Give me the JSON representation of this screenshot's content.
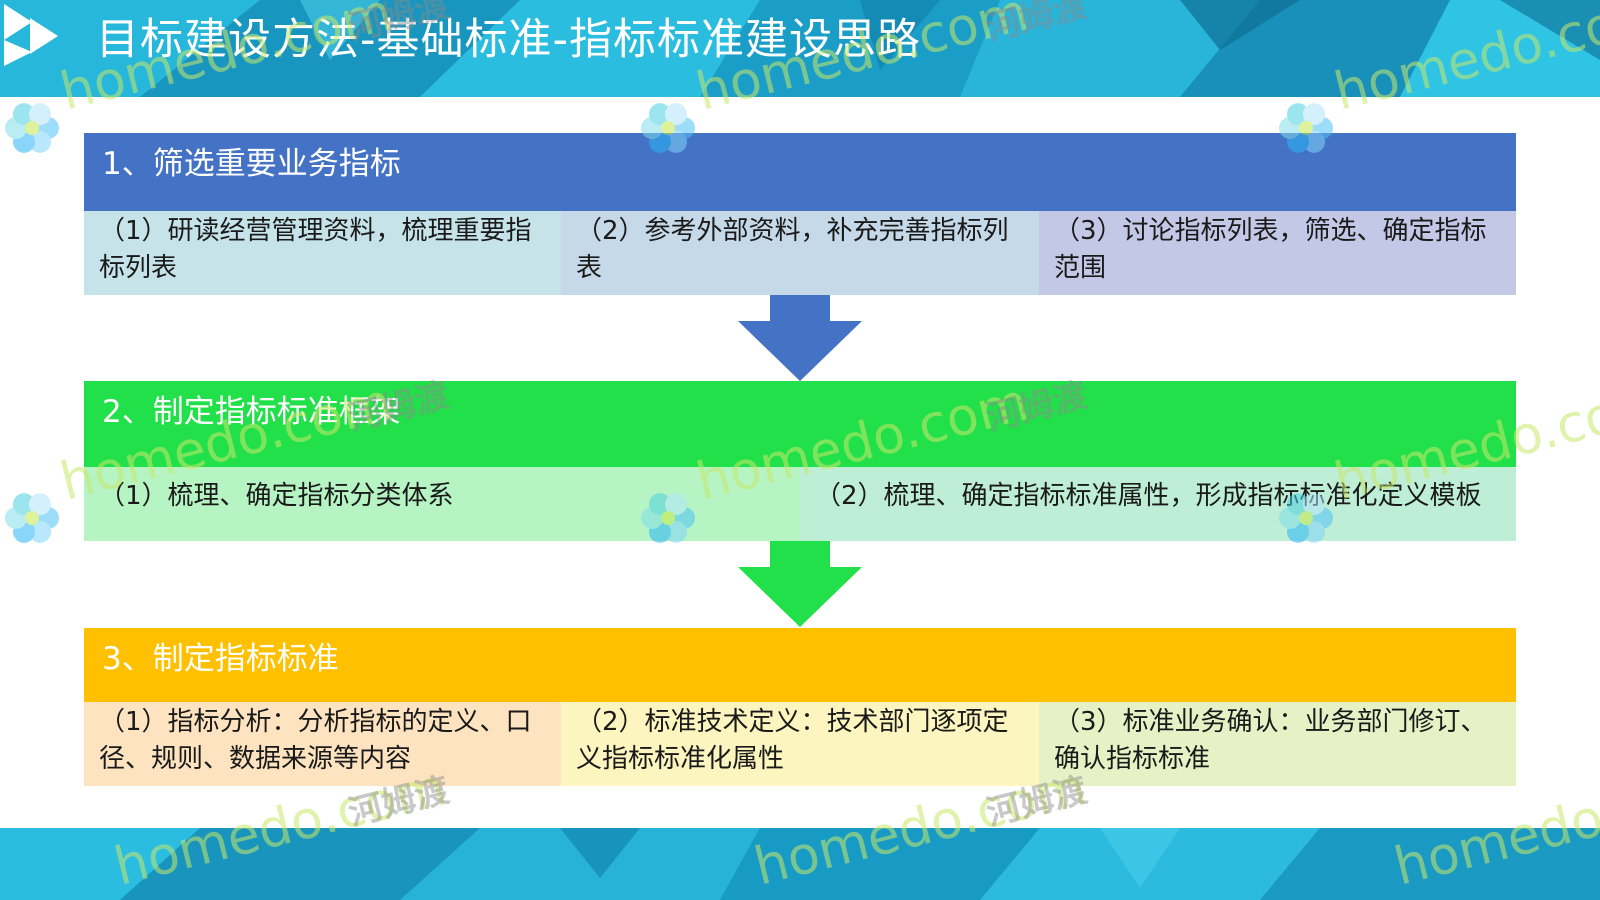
{
  "title": "目标建设方法-基础标准-指标标准建设思路",
  "steps": [
    {
      "header": "1、筛选重要业务指标",
      "color": "#4472C4",
      "cells": [
        {
          "text": "（1）研读经营管理资料，梳理重要指标列表",
          "bg": "#C5E3E8"
        },
        {
          "text": "（2）参考外部资料，补充完善指标列表",
          "bg": "#C6D9E8"
        },
        {
          "text": "（3）讨论指标列表，筛选、确定指标范围",
          "bg": "#C3C8E6"
        }
      ]
    },
    {
      "header": "2、制定指标标准框架",
      "color": "#22E04A",
      "cells": [
        {
          "text": "（1）梳理、确定指标分类体系",
          "bg": "#B6F4C4"
        },
        {
          "text": "（2）梳理、确定指标标准属性，形成指标标准化定义模板",
          "bg": "#BEEED6"
        }
      ]
    },
    {
      "header": "3、制定指标标准",
      "color": "#FFC000",
      "cells": [
        {
          "text": "（1）指标分析：分析指标的定义、口径、规则、数据来源等内容",
          "bg": "#FDE3BF"
        },
        {
          "text": "（2）标准技术定义：技术部门逐项定义指标标准化属性",
          "bg": "#FCF5BF"
        },
        {
          "text": "（3）标准业务确认：业务部门修订、确认指标标准",
          "bg": "#E6F1C6"
        }
      ]
    }
  ],
  "arrows": [
    {
      "color": "#4472C4"
    },
    {
      "color": "#22E04A"
    }
  ],
  "watermark": {
    "latin": "homedo.com",
    "cjk": "河姆渡"
  }
}
